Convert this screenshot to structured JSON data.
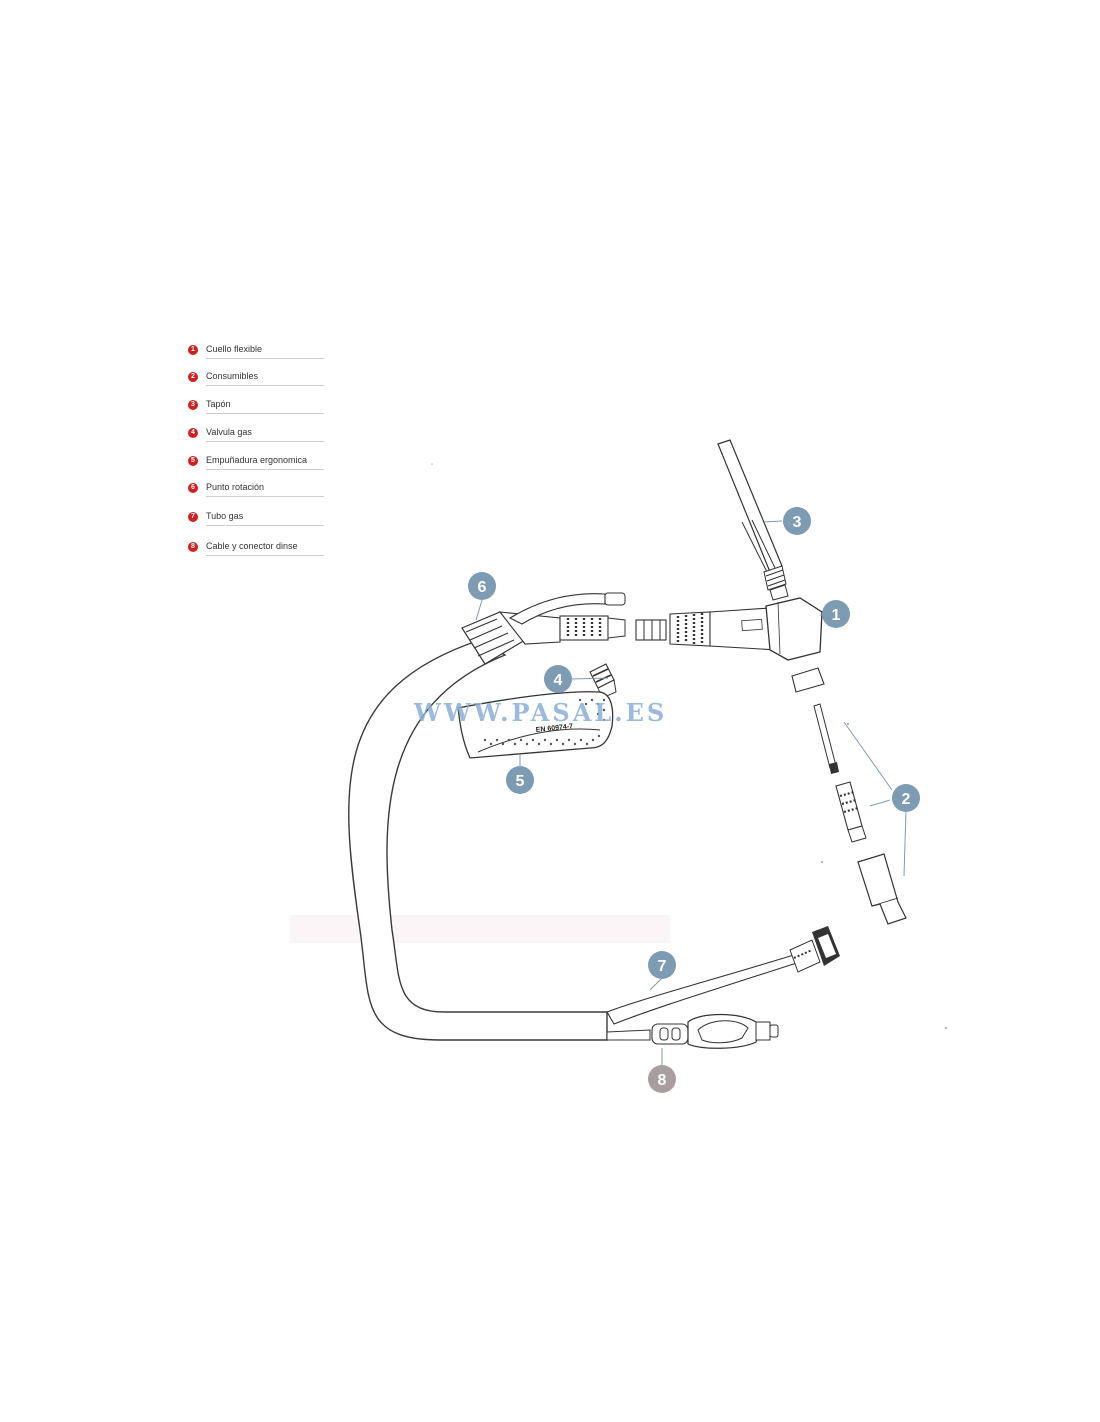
{
  "legend": {
    "items": [
      {
        "number": "1",
        "label": "Cuello flexible"
      },
      {
        "number": "2",
        "label": "Consumibles"
      },
      {
        "number": "3",
        "label": "Tapón"
      },
      {
        "number": "4",
        "label": "Valvula gas"
      },
      {
        "number": "5",
        "label": "Empuñadura ergonomica"
      },
      {
        "number": "6",
        "label": "Punto rotación"
      },
      {
        "number": "7",
        "label": "Tubo gas"
      },
      {
        "number": "8",
        "label": "Cable y conector dinse"
      }
    ]
  },
  "callouts": [
    "1",
    "2",
    "3",
    "4",
    "5",
    "6",
    "7",
    "8"
  ],
  "handle_marking": "EN 60974-7",
  "watermark": "WWW.PASAL.ES",
  "colors": {
    "legend_badge": "#d21f1f",
    "callout": "#7d9bb2",
    "callout_8": "#a89ea0",
    "line_art": "#3a3a3a"
  }
}
